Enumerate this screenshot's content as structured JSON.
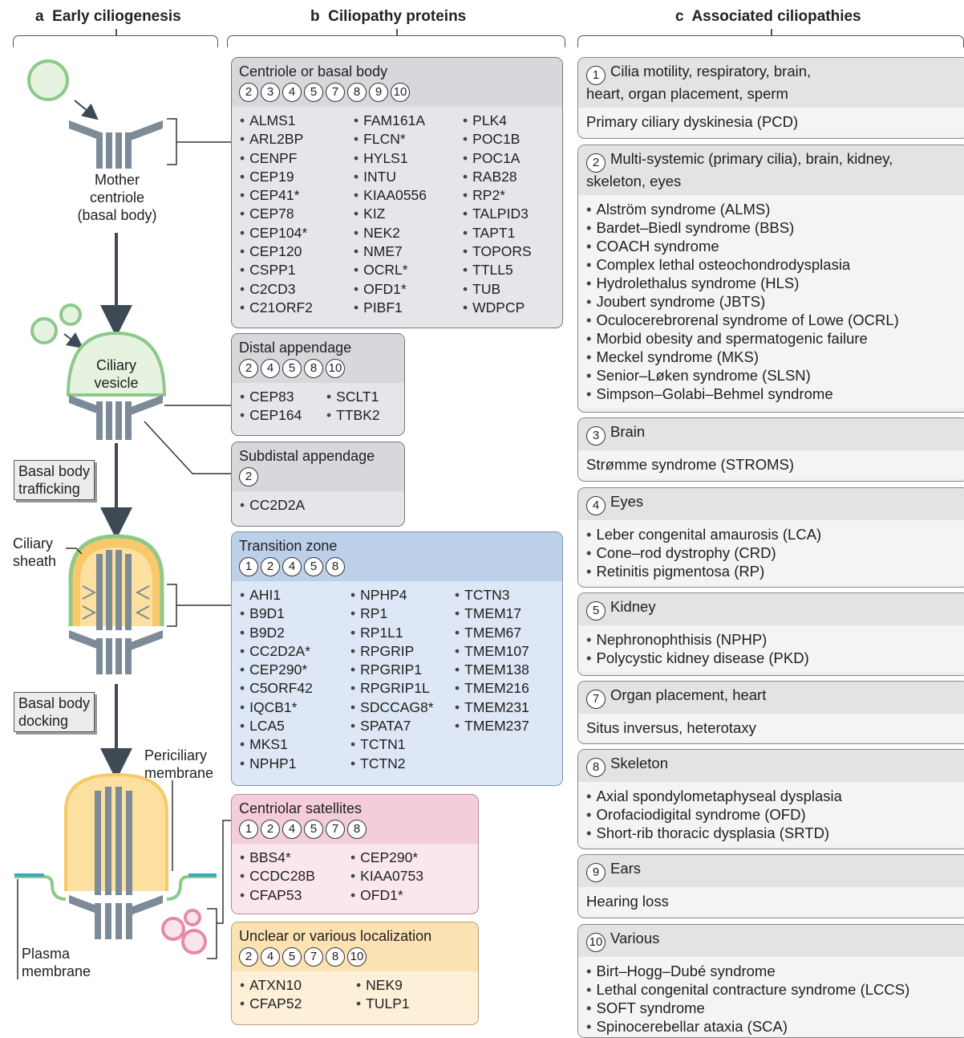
{
  "headers": {
    "a": {
      "letter": "a",
      "title": "Early ciliogenesis"
    },
    "b": {
      "letter": "b",
      "title": "Ciliopathy proteins"
    },
    "c": {
      "letter": "c",
      "title": "Associated ciliopathies"
    }
  },
  "panel_a": {
    "mother_centriole": "Mother",
    "mother_centriole_2": "centriole",
    "basal_body": "(basal body)",
    "ciliary_vesicle_1": "Ciliary",
    "ciliary_vesicle_2": "vesicle",
    "basal_body_trafficking_1": "Basal body",
    "basal_body_trafficking_2": "trafficking",
    "ciliary_sheath_1": "Ciliary",
    "ciliary_sheath_2": "sheath",
    "basal_body_docking_1": "Basal body",
    "basal_body_docking_2": "docking",
    "periciliary_1": "Periciliary",
    "periciliary_2": "membrane",
    "plasma_1": "Plasma",
    "plasma_2": "membrane",
    "colors": {
      "vesicle_green": "#8cc98a",
      "vesicle_fill": "#e6f3e1",
      "centriole_gray": "#7d8a97",
      "sheath_yellow": "#f8c86a",
      "arrow": "#3d4955",
      "membrane_blue": "#3aa7c8",
      "satellite_pink": "#e58aa8"
    }
  },
  "panel_b": {
    "centriole": {
      "title": "Centriole or basal body",
      "nums": [
        "2",
        "3",
        "4",
        "5",
        "7",
        "8",
        "9",
        "10"
      ],
      "col1": [
        "ALMS1",
        "ARL2BP",
        "CENPF",
        "CEP19",
        "CEP41*",
        "CEP78",
        "CEP104*",
        "CEP120",
        "CSPP1",
        "C2CD3",
        "C21ORF2"
      ],
      "col2": [
        "FAM161A",
        "FLCN*",
        "HYLS1",
        "INTU",
        "KIAA0556",
        "KIZ",
        "NEK2",
        "NME7",
        "OCRL*",
        "OFD1*",
        "PIBF1"
      ],
      "col3": [
        "PLK4",
        "POC1B",
        "POC1A",
        "RAB28",
        "RP2*",
        "TALPID3",
        "TAPT1",
        "TOPORS",
        "TTLL5",
        "TUB",
        "WDPCP"
      ]
    },
    "distal": {
      "title": "Distal appendage",
      "nums": [
        "2",
        "4",
        "5",
        "8",
        "10"
      ],
      "col1": [
        "CEP83",
        "CEP164"
      ],
      "col2": [
        "SCLT1",
        "TTBK2"
      ]
    },
    "subdistal": {
      "title": "Subdistal appendage",
      "nums": [
        "2"
      ],
      "col1": [
        "CC2D2A"
      ]
    },
    "transition": {
      "title": "Transition zone",
      "nums": [
        "1",
        "2",
        "4",
        "5",
        "8"
      ],
      "col1": [
        "AHI1",
        "B9D1",
        "B9D2",
        "CC2D2A*",
        "CEP290*",
        "C5ORF42",
        "IQCB1*",
        "LCA5",
        "MKS1",
        "NPHP1"
      ],
      "col2": [
        "NPHP4",
        "RP1",
        "RP1L1",
        "RPGRIP",
        "RPGRIP1",
        "RPGRIP1L",
        "SDCCAG8*",
        "SPATA7",
        "TCTN1",
        "TCTN2"
      ],
      "col3": [
        "TCTN3",
        "TMEM17",
        "TMEM67",
        "TMEM107",
        "TMEM138",
        "TMEM216",
        "TMEM231",
        "TMEM237"
      ]
    },
    "satellites": {
      "title": "Centriolar satellites",
      "nums": [
        "1",
        "2",
        "4",
        "5",
        "7",
        "8"
      ],
      "col1": [
        "BBS4*",
        "CCDC28B",
        "CFAP53"
      ],
      "col2": [
        "CEP290*",
        "KIAA0753",
        "OFD1*"
      ]
    },
    "unclear": {
      "title": "Unclear or various localization",
      "nums": [
        "2",
        "4",
        "5",
        "7",
        "8",
        "10"
      ],
      "col1": [
        "ATXN10",
        "CFAP52"
      ],
      "col2": [
        "NEK9",
        "TULP1"
      ]
    }
  },
  "panel_c": [
    {
      "num": "1",
      "title": "Cilia motility, respiratory, brain,",
      "title2": "heart, organ placement, sperm",
      "text": "Primary ciliary dyskinesia (PCD)",
      "items": []
    },
    {
      "num": "2",
      "title": "Multi-systemic (primary cilia), brain, kidney,",
      "title2": "skeleton, eyes",
      "text": "",
      "items": [
        "Alström syndrome (ALMS)",
        "Bardet–Biedl syndrome (BBS)",
        "COACH syndrome",
        "Complex lethal osteochondrodysplasia",
        "Hydrolethalus syndrome (HLS)",
        "Joubert syndrome (JBTS)",
        "Oculocerebrorenal syndrome of Lowe (OCRL)",
        "Morbid obesity and spermatogenic failure",
        "Meckel syndrome (MKS)",
        "Senior–Løken syndrome (SLSN)",
        "Simpson–Golabi–Behmel syndrome"
      ]
    },
    {
      "num": "3",
      "title": "Brain",
      "title2": "",
      "text": "Strømme syndrome (STROMS)",
      "items": []
    },
    {
      "num": "4",
      "title": "Eyes",
      "title2": "",
      "text": "",
      "items": [
        "Leber congenital amaurosis (LCA)",
        "Cone–rod dystrophy (CRD)",
        "Retinitis pigmentosa (RP)"
      ]
    },
    {
      "num": "5",
      "title": "Kidney",
      "title2": "",
      "text": "",
      "items": [
        "Nephronophthisis (NPHP)",
        "Polycystic kidney disease (PKD)"
      ]
    },
    {
      "num": "7",
      "title": "Organ placement, heart",
      "title2": "",
      "text": "Situs inversus, heterotaxy",
      "items": []
    },
    {
      "num": "8",
      "title": "Skeleton",
      "title2": "",
      "text": "",
      "items": [
        "Axial spondylometaphyseal dysplasia",
        "Orofaciodigital syndrome (OFD)",
        "Short-rib thoracic dysplasia (SRTD)"
      ]
    },
    {
      "num": "9",
      "title": "Ears",
      "title2": "",
      "text": "Hearing loss",
      "items": []
    },
    {
      "num": "10",
      "title": "Various",
      "title2": "",
      "text": "",
      "items": [
        "Birt–Hogg–Dubé syndrome",
        "Lethal congenital contracture syndrome (LCCS)",
        "SOFT syndrome",
        "Spinocerebellar ataxia (SCA)"
      ]
    }
  ]
}
